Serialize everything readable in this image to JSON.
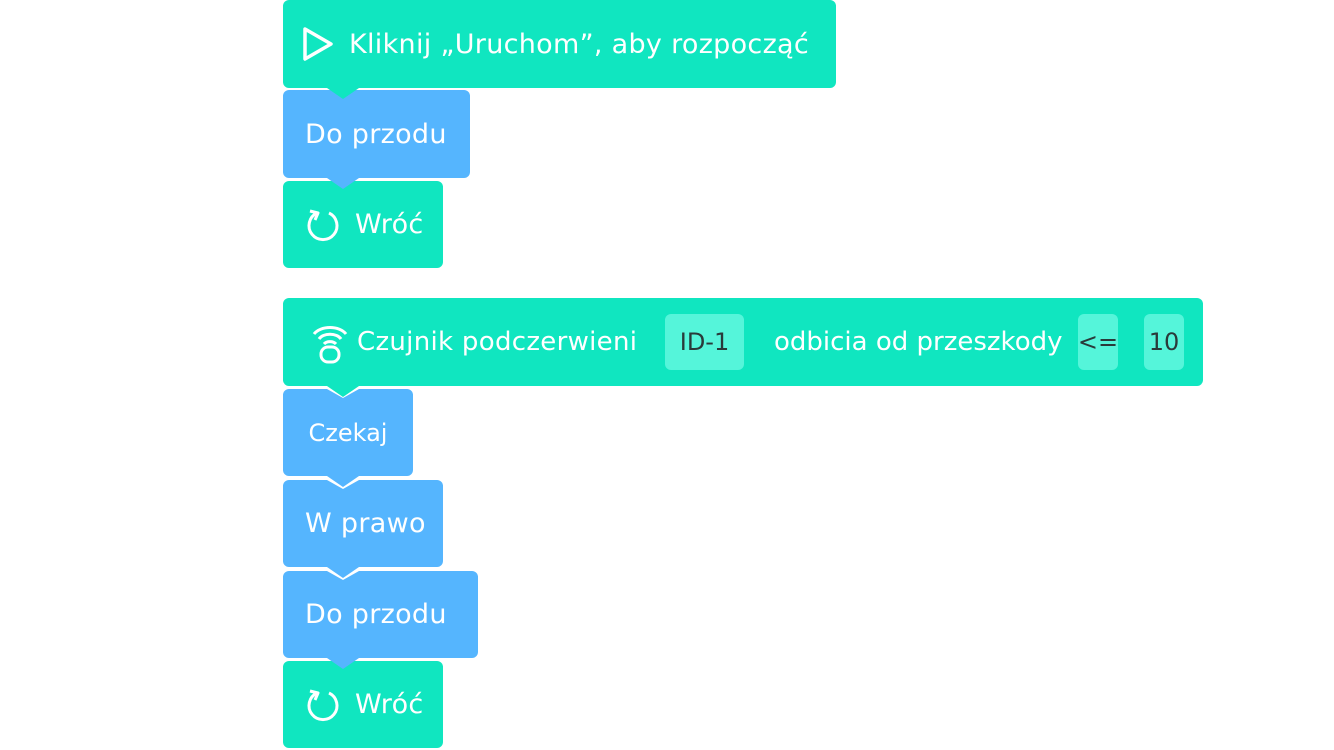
{
  "program1": {
    "start_label": "Kliknij „Uruchom”, aby rozpocząć",
    "forward_label": "Do przodu",
    "return_label": "Wróć"
  },
  "program2": {
    "sensor_label": "Czujnik podczerwieni",
    "sensor_id": "ID-1",
    "condition_text": "odbicia od przeszkody",
    "operator": "<=",
    "threshold": "10",
    "wait_label": "Czekaj",
    "right_label": "W prawo",
    "forward_label": "Do przodu",
    "return_label": "Wróć"
  },
  "colors": {
    "event_block": "#10e6c0",
    "action_block": "#55b5fe",
    "input_chip": "#55f5da",
    "background": "#ffffff"
  },
  "icons": {
    "start": "play-triangle-icon",
    "return": "loop-arrow-icon",
    "sensor": "infrared-sensor-icon"
  }
}
